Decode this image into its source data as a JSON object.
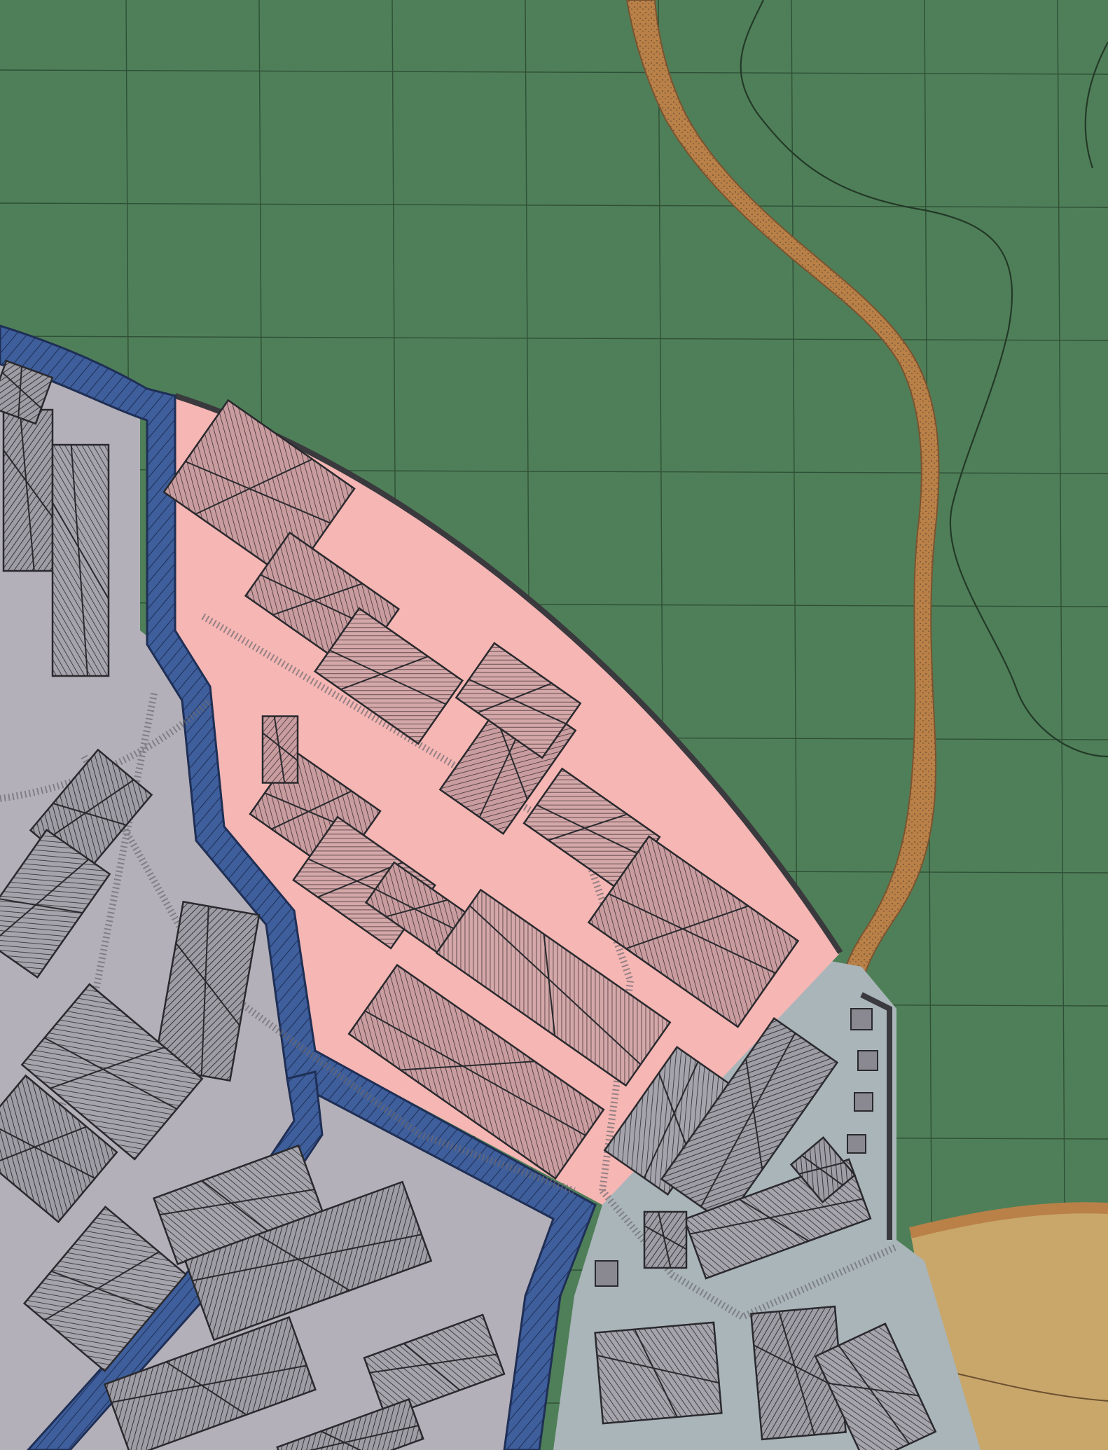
{
  "map": {
    "colors": {
      "field": "#4f7f58",
      "grid_line": "#2f4f36",
      "river_fill": "#b98047",
      "river_edge": "#7a5330",
      "river_speckle": "#5e4a38",
      "moat": "#3e5e9c",
      "moat_edge": "#1f2f55",
      "district_pink": "#f5b6b4",
      "district_gray": "#b4b0ba",
      "district_bluegray": "#a9b5b9",
      "sand": "#c9a76b",
      "building_fill": "#a3a1a8",
      "building_stroke": "#2a2a2e",
      "wall": "#3a3a3e",
      "road_dots": "#5c5a60"
    },
    "regions": [
      "field",
      "river",
      "moat",
      "pink-district",
      "gray-district",
      "bluegray-district",
      "sand-field"
    ]
  }
}
